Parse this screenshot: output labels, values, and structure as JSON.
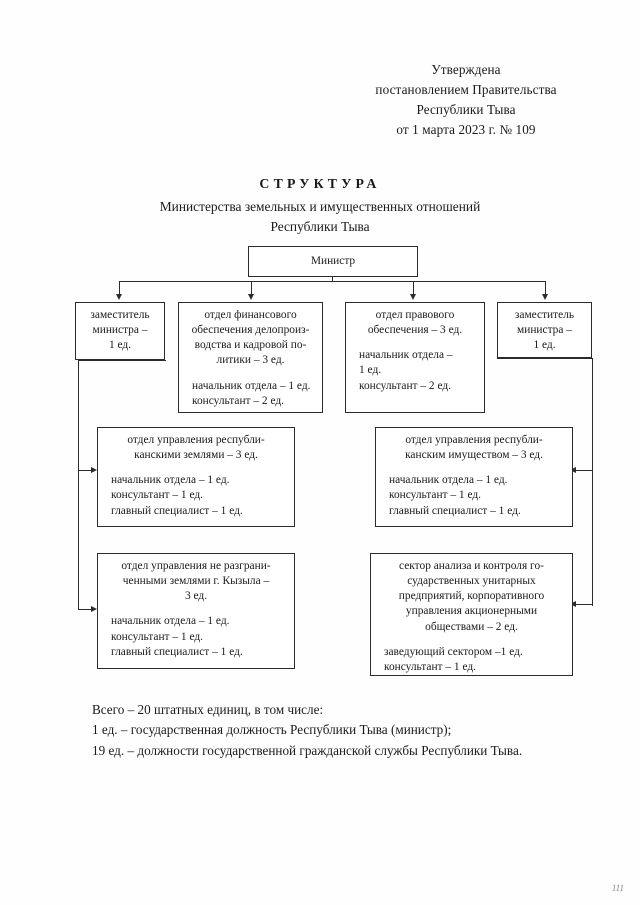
{
  "document": {
    "approval": {
      "line1": "Утверждена",
      "line2": "постановлением Правительства",
      "line3": "Республики Тыва",
      "line4": "от 1 марта 2023 г. № 109"
    },
    "title": {
      "main": "СТРУКТУРА",
      "sub_line1": "Министерства земельных и имущественных отношений",
      "sub_line2": "Республики Тыва"
    },
    "footer": {
      "line1": "Всего – 20 штатных единиц, в том числе:",
      "line2": "1 ед. – государственная должность Республики Тыва (министр);",
      "line3": "19 ед. – должности государственной гражданской службы Республики Тыва."
    },
    "page_mark": "111"
  },
  "chart_data": {
    "type": "diagram",
    "title": "СТРУКТУРА Министерства земельных и имущественных отношений Республики Тыва",
    "total_units": 20,
    "nodes": [
      {
        "id": "minister",
        "head": "Министр",
        "roles": []
      },
      {
        "id": "deputy-left",
        "head": "заместитель министра – 1 ед.",
        "roles": []
      },
      {
        "id": "finance-dept",
        "head": "отдел финансового обеспечения делопроизводства и кадровой политики – 3 ед.",
        "roles": [
          "начальник отдела – 1 ед.",
          "консультант – 2 ед."
        ]
      },
      {
        "id": "legal-dept",
        "head": "отдел правового обеспечения – 3 ед.",
        "roles": [
          "начальник отдела – 1 ед.",
          "консультант – 2 ед."
        ]
      },
      {
        "id": "deputy-right",
        "head": "заместитель министра – 1 ед.",
        "roles": []
      },
      {
        "id": "republic-lands-dept",
        "head": "отдел управления республиканскими землями – 3 ед.",
        "roles": [
          "начальник отдела – 1 ед.",
          "консультант – 1 ед.",
          "главный специалист – 1 ед."
        ]
      },
      {
        "id": "republic-property-dept",
        "head": "отдел управления республиканским имуществом – 3 ед.",
        "roles": [
          "начальник отдела – 1 ед.",
          "консультант – 1 ед.",
          "главный специалист – 1 ед."
        ]
      },
      {
        "id": "undelimited-lands-dept",
        "head": "отдел управления не разграниченными землями г. Кызыла – 3 ед.",
        "roles": [
          "начальник отдела – 1 ед.",
          "консультант – 1 ед.",
          "главный специалист – 1 ед."
        ]
      },
      {
        "id": "analysis-sector",
        "head": "сектор анализа и контроля государственных унитарных предприятий, корпоративного управления акционерными обществами – 2 ед.",
        "roles": [
          "заведующий сектором –1 ед.",
          "консультант – 1 ед."
        ]
      }
    ]
  },
  "boxes": {
    "minister": {
      "line1": "Министр"
    },
    "deputy_left": {
      "line1": "заместитель",
      "line2": "министра –",
      "line3": "1 ед."
    },
    "deputy_right": {
      "line1": "заместитель",
      "line2": "министра –",
      "line3": "1 ед."
    },
    "finance": {
      "h1": "отдел финансового",
      "h2": "обеспечения делопроиз-",
      "h3": "водства и кадровой по-",
      "h4": "литики – 3 ед.",
      "r1": "начальник отдела – 1 ед.",
      "r2": "консультант – 2 ед."
    },
    "legal": {
      "h1": "отдел правового",
      "h2": "обеспечения – 3 ед.",
      "r1": "начальник отдела –",
      "r2": "1 ед.",
      "r3": "консультант – 2 ед."
    },
    "lands": {
      "h1": "отдел управления республи-",
      "h2": "канскими землями – 3 ед.",
      "r1": "начальник отдела – 1 ед.",
      "r2": "консультант – 1 ед.",
      "r3": "главный специалист – 1 ед."
    },
    "property": {
      "h1": "отдел управления республи-",
      "h2": "канским имуществом – 3 ед.",
      "r1": "начальник отдела – 1 ед.",
      "r2": "консультант – 1 ед.",
      "r3": "главный специалист – 1 ед."
    },
    "kyzyl": {
      "h1": "отдел управления не разграни-",
      "h2": "ченными землями г. Кызыла –",
      "h3": "3 ед.",
      "r1": "начальник отдела – 1 ед.",
      "r2": "консультант – 1 ед.",
      "r3": "главный специалист – 1 ед."
    },
    "sector": {
      "h1": "сектор анализа и контроля го-",
      "h2": "сударственных унитарных",
      "h3": "предприятий, корпоративного",
      "h4": "управления акционерными",
      "h5": "обществами – 2 ед.",
      "r1": "заведующий сектором –1 ед.",
      "r2": "консультант – 1 ед."
    }
  }
}
